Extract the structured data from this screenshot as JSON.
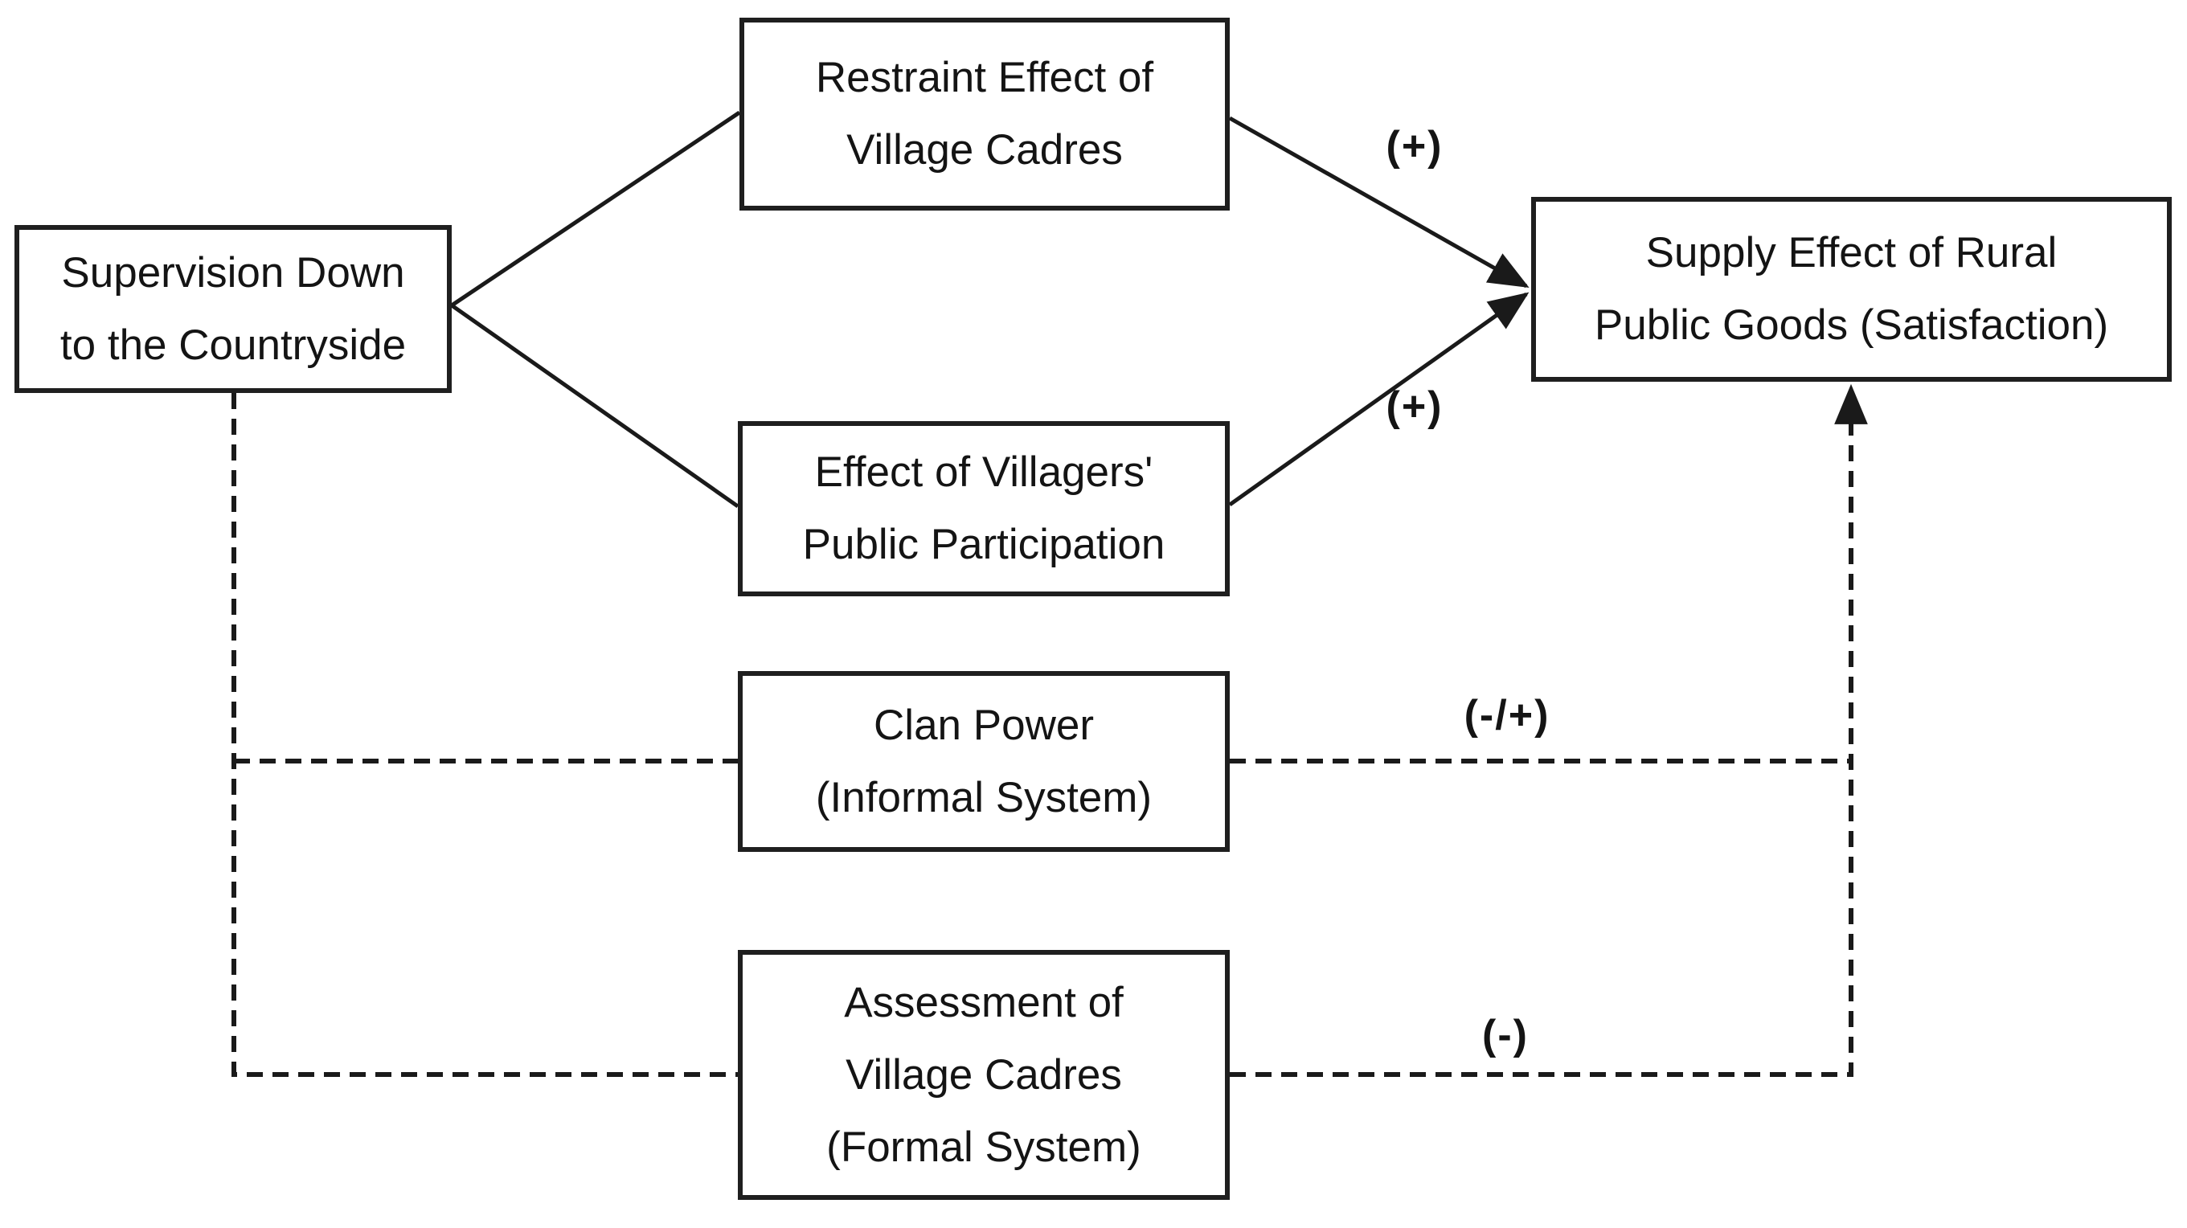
{
  "diagram": {
    "nodes": {
      "supervision": {
        "label": "Supervision Down\nto the Countryside"
      },
      "restraint": {
        "label": "Restraint Effect of\nVillage Cadres"
      },
      "participation": {
        "label": "Effect  of  Villagers'\nPublic Participation"
      },
      "clan": {
        "label": "Clan Power\n(Informal System)"
      },
      "assessment": {
        "label": "Assessment of\nVillage Cadres\n(Formal System)"
      },
      "supply": {
        "label": "Supply Effect of Rural\nPublic Goods (Satisfaction)"
      }
    },
    "edge_labels": {
      "restraint_to_supply": "(+)",
      "participation_to_supply": "(+)",
      "clan_to_supply": "(-/+)",
      "assessment_to_supply": "(-)"
    },
    "edges": [
      {
        "from": "supervision",
        "to": "restraint",
        "line": "solid",
        "arrow": false,
        "sign": ""
      },
      {
        "from": "supervision",
        "to": "participation",
        "line": "solid",
        "arrow": false,
        "sign": ""
      },
      {
        "from": "restraint",
        "to": "supply",
        "line": "solid",
        "arrow": true,
        "sign": "(+)"
      },
      {
        "from": "participation",
        "to": "supply",
        "line": "solid",
        "arrow": true,
        "sign": "(+)"
      },
      {
        "from": "supervision",
        "to": "clan",
        "line": "dashed",
        "arrow": false,
        "sign": ""
      },
      {
        "from": "supervision",
        "to": "assessment",
        "line": "dashed",
        "arrow": false,
        "sign": ""
      },
      {
        "from": "clan",
        "to": "supply",
        "line": "dashed",
        "arrow": true,
        "sign": "(-/+)"
      },
      {
        "from": "assessment",
        "to": "supply",
        "line": "dashed",
        "arrow": true,
        "sign": "(-)"
      }
    ],
    "colors": {
      "line": "#1a1a1a",
      "text": "#141414",
      "background": "#ffffff"
    }
  }
}
